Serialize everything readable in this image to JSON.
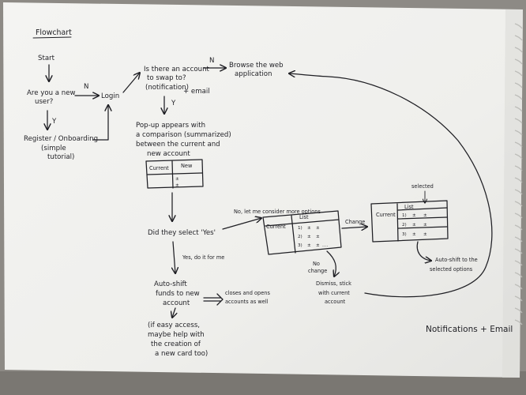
{
  "diagram": {
    "title": "Flowchart",
    "nodes": {
      "start": "Start",
      "new_user": [
        "Are you a new",
        "user?"
      ],
      "login": "Login",
      "register": [
        "Register / Onboarding",
        "(simple",
        "tutorial)"
      ],
      "account_question": [
        "Is there an account",
        "to swap to?",
        "(notification)"
      ],
      "email_note": "+ email",
      "browse": [
        "Browse the web",
        "application"
      ],
      "popup": [
        "Pop-up appears with",
        "a comparison (summarized)",
        "between the current and",
        "new account"
      ],
      "did_select": "Did they select 'Yes'",
      "auto_shift_funds": [
        "Auto-shift",
        "funds to new",
        "account"
      ],
      "closes_opens": [
        "closes and opens",
        "accounts as well"
      ],
      "easy_access": [
        "(if easy access,",
        "maybe help with",
        "the creation of",
        "a new card too)"
      ],
      "dismiss": [
        "Dismiss, stick",
        "with current",
        "account"
      ],
      "auto_shift_selected": [
        "Auto-shift to the",
        "selected options"
      ],
      "notifications_email": "Notifications + Email"
    },
    "edge_labels": {
      "new_user_n": "N",
      "new_user_y": "Y",
      "account_n": "N",
      "account_y": "Y",
      "no_more_options": "No, let me consider more options",
      "yes_do_it": "Yes, do it for me",
      "change": "Change",
      "no_change": [
        "No",
        "change"
      ],
      "selected": "selected"
    },
    "comparison_table": {
      "headers": [
        "Current",
        "New"
      ],
      "marks": [
        "±",
        "±"
      ]
    },
    "list_table": {
      "headers": [
        "Current",
        "List"
      ],
      "rows": [
        "1)",
        "2)",
        "3)"
      ],
      "marks": [
        "±",
        "±"
      ],
      "ellipsis": "...."
    },
    "selected_table": {
      "headers": [
        "Current",
        "List"
      ],
      "rows": [
        "1)",
        "2)",
        "3)"
      ],
      "marks": [
        "±",
        "±"
      ]
    }
  }
}
